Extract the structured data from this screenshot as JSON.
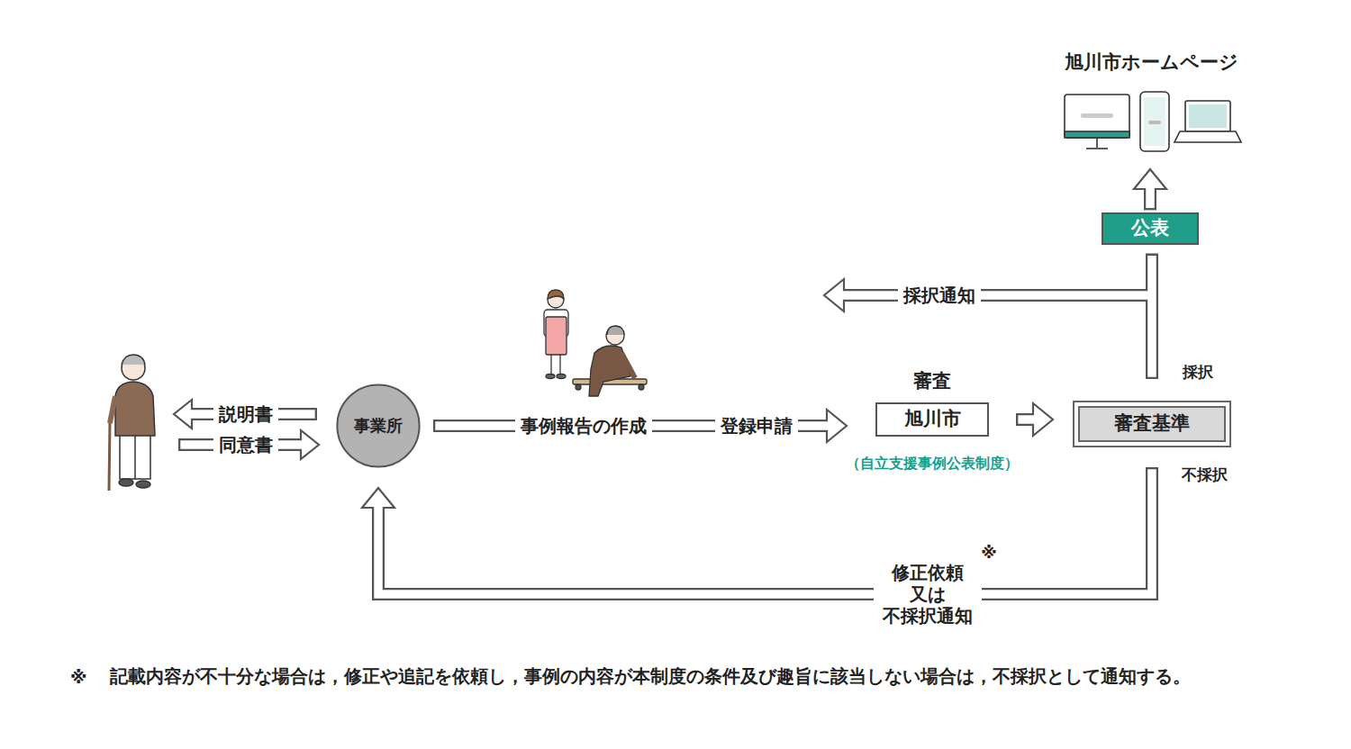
{
  "diagram": {
    "nodes": [
      {
        "text": [
          "事業所"
        ]
      },
      {
        "text": [
          "審査",
          "旭川市"
        ]
      },
      {
        "text": [
          "審査基準"
        ]
      },
      {
        "text": [
          "公表"
        ]
      }
    ],
    "edges": [
      {
        "from": 0,
        "to": 1,
        "arrow": "to",
        "label": "登録申請"
      },
      {
        "from": 1,
        "to": 2,
        "arrow": "to"
      },
      {
        "from": 2,
        "to": 3,
        "arrow": "none"
      },
      {
        "from": 2,
        "to": 0,
        "arrow": "to",
        "label": "修正依頼 又は 不採択通知"
      }
    ],
    "labels": [
      "旭川市ホームページ",
      "採択通知",
      "採択",
      "不採択",
      "説明書",
      "同意書",
      "事例報告の作成",
      "（自立支援事例公表制度）",
      "※",
      "※",
      "記載内容が不十分な場合は，修正や追記を依頼し，事例の内容が本制度の条件及び趣旨に該当しない場合は，不採択として通知する。"
    ]
  }
}
